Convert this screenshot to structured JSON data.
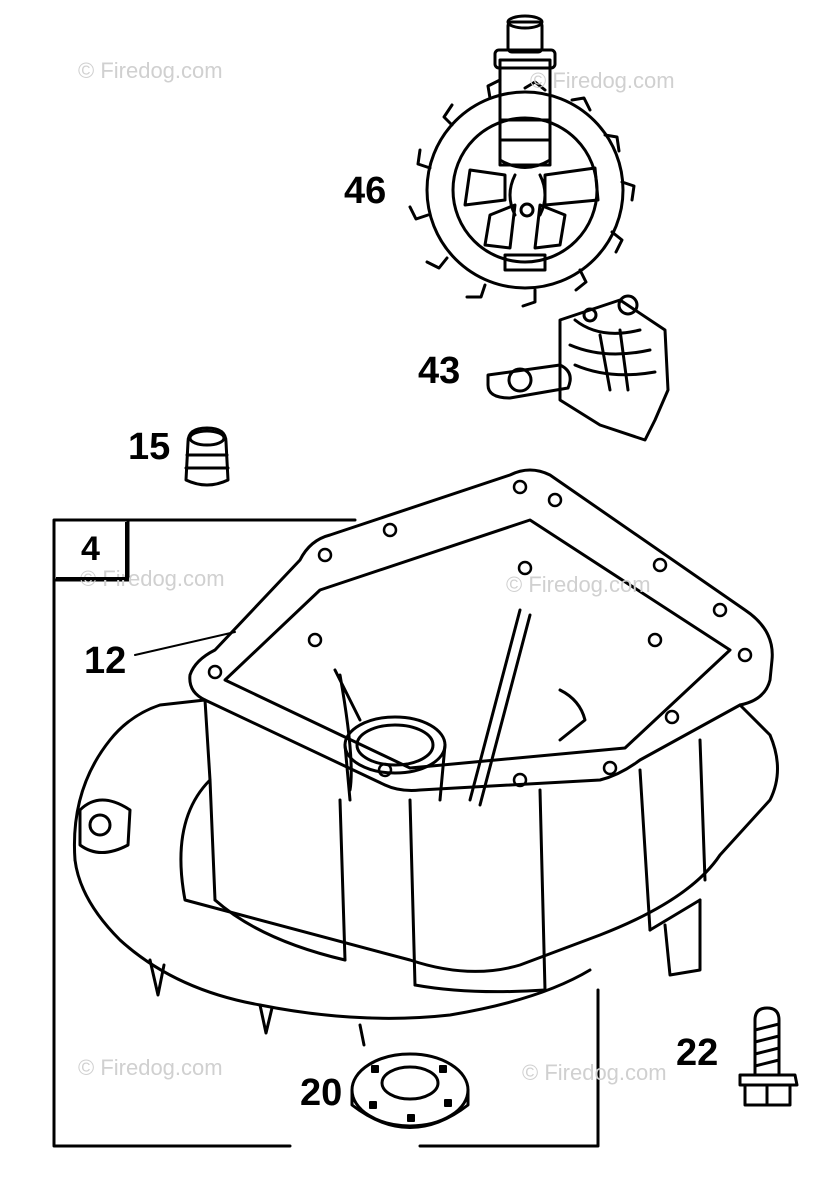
{
  "watermark": "© Firedog.com",
  "parts": {
    "p46": "46",
    "p43": "43",
    "p15": "15",
    "p4": "4",
    "p12": "12",
    "p22": "22",
    "p20": "20"
  }
}
